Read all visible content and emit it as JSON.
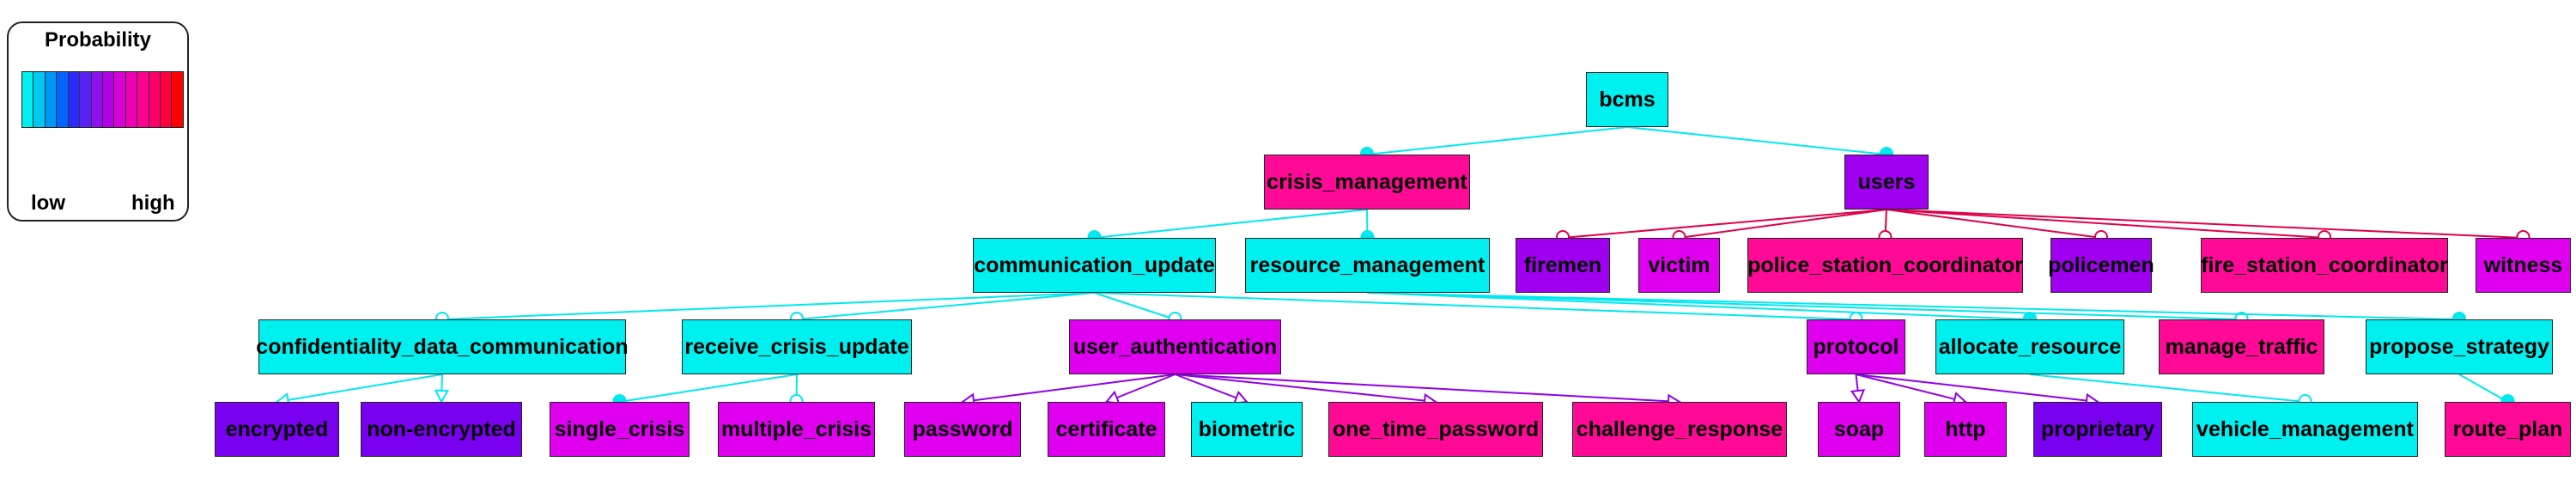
{
  "legend": {
    "title": "Probability",
    "low_label": "low",
    "high_label": "high",
    "scale_colors": [
      "#00f0f0",
      "#00c8f0",
      "#0096f8",
      "#0064ff",
      "#2a2aff",
      "#5a20f8",
      "#8c10f0",
      "#b400e6",
      "#d800d8",
      "#f000b4",
      "#ff0090",
      "#ff006a",
      "#ff0040",
      "#ff0000"
    ]
  },
  "colors": {
    "cyan": "#00f0f0",
    "magenta": "#e000f0",
    "pink": "#ff0a96",
    "violet": "#a000f0",
    "indigo": "#7a00f0",
    "edge_cyan": "#00e8f0",
    "edge_red": "#e0004a",
    "edge_purple": "#9000e8"
  },
  "nodes": [
    {
      "id": "bcms",
      "label": "bcms",
      "color": "cyan"
    },
    {
      "id": "crisis_management",
      "label": "crisis_management",
      "color": "pink"
    },
    {
      "id": "users",
      "label": "users",
      "color": "violet"
    },
    {
      "id": "communication_update",
      "label": "communication_update",
      "color": "cyan"
    },
    {
      "id": "resource_management",
      "label": "resource_management",
      "color": "cyan"
    },
    {
      "id": "firemen",
      "label": "firemen",
      "color": "violet"
    },
    {
      "id": "victim",
      "label": "victim",
      "color": "magenta"
    },
    {
      "id": "police_station_coordinator",
      "label": "police_station_coordinator",
      "color": "pink"
    },
    {
      "id": "policemen",
      "label": "policemen",
      "color": "violet"
    },
    {
      "id": "fire_station_coordinator",
      "label": "fire_station_coordinator",
      "color": "pink"
    },
    {
      "id": "witness",
      "label": "witness",
      "color": "magenta"
    },
    {
      "id": "confidentiality_data_communication",
      "label": "confidentiality_data_communication",
      "color": "cyan"
    },
    {
      "id": "receive_crisis_update",
      "label": "receive_crisis_update",
      "color": "cyan"
    },
    {
      "id": "user_authentication",
      "label": "user_authentication",
      "color": "magenta"
    },
    {
      "id": "protocol",
      "label": "protocol",
      "color": "magenta"
    },
    {
      "id": "allocate_resource",
      "label": "allocate_resource",
      "color": "cyan"
    },
    {
      "id": "manage_traffic",
      "label": "manage_traffic",
      "color": "pink"
    },
    {
      "id": "propose_strategy",
      "label": "propose_strategy",
      "color": "cyan"
    },
    {
      "id": "encrypted",
      "label": "encrypted",
      "color": "indigo"
    },
    {
      "id": "non-encrypted",
      "label": "non-encrypted",
      "color": "indigo"
    },
    {
      "id": "single_crisis",
      "label": "single_crisis",
      "color": "magenta"
    },
    {
      "id": "multiple_crisis",
      "label": "multiple_crisis",
      "color": "magenta"
    },
    {
      "id": "password",
      "label": "password",
      "color": "magenta"
    },
    {
      "id": "certificate",
      "label": "certificate",
      "color": "magenta"
    },
    {
      "id": "biometric",
      "label": "biometric",
      "color": "cyan"
    },
    {
      "id": "one_time_password",
      "label": "one_time_password",
      "color": "pink"
    },
    {
      "id": "challenge_response",
      "label": "challenge_response",
      "color": "pink"
    },
    {
      "id": "soap",
      "label": "soap",
      "color": "magenta"
    },
    {
      "id": "http",
      "label": "http",
      "color": "magenta"
    },
    {
      "id": "proprietary",
      "label": "proprietary",
      "color": "indigo"
    },
    {
      "id": "vehicle_management",
      "label": "vehicle_management",
      "color": "cyan"
    },
    {
      "id": "route_plan",
      "label": "route_plan",
      "color": "pink"
    }
  ],
  "edges": [
    {
      "from": "bcms",
      "to": "crisis_management",
      "kind": "mandatory",
      "color": "edge_cyan"
    },
    {
      "from": "bcms",
      "to": "users",
      "kind": "mandatory",
      "color": "edge_cyan"
    },
    {
      "from": "crisis_management",
      "to": "communication_update",
      "kind": "mandatory",
      "color": "edge_cyan"
    },
    {
      "from": "crisis_management",
      "to": "resource_management",
      "kind": "mandatory",
      "color": "edge_cyan"
    },
    {
      "from": "users",
      "to": "firemen",
      "kind": "optional",
      "color": "edge_red"
    },
    {
      "from": "users",
      "to": "victim",
      "kind": "optional",
      "color": "edge_red"
    },
    {
      "from": "users",
      "to": "police_station_coordinator",
      "kind": "optional",
      "color": "edge_red"
    },
    {
      "from": "users",
      "to": "policemen",
      "kind": "optional",
      "color": "edge_red"
    },
    {
      "from": "users",
      "to": "fire_station_coordinator",
      "kind": "optional",
      "color": "edge_red"
    },
    {
      "from": "users",
      "to": "witness",
      "kind": "optional",
      "color": "edge_red"
    },
    {
      "from": "communication_update",
      "to": "confidentiality_data_communication",
      "kind": "optional",
      "color": "edge_cyan"
    },
    {
      "from": "communication_update",
      "to": "receive_crisis_update",
      "kind": "optional",
      "color": "edge_cyan"
    },
    {
      "from": "communication_update",
      "to": "user_authentication",
      "kind": "optional",
      "color": "edge_cyan"
    },
    {
      "from": "communication_update",
      "to": "protocol",
      "kind": "optional",
      "color": "edge_cyan"
    },
    {
      "from": "resource_management",
      "to": "allocate_resource",
      "kind": "mandatory",
      "color": "edge_cyan"
    },
    {
      "from": "resource_management",
      "to": "manage_traffic",
      "kind": "optional",
      "color": "edge_cyan"
    },
    {
      "from": "resource_management",
      "to": "propose_strategy",
      "kind": "mandatory",
      "color": "edge_cyan"
    },
    {
      "from": "confidentiality_data_communication",
      "to": "encrypted",
      "kind": "alternative",
      "color": "edge_cyan"
    },
    {
      "from": "confidentiality_data_communication",
      "to": "non-encrypted",
      "kind": "alternative",
      "color": "edge_cyan"
    },
    {
      "from": "receive_crisis_update",
      "to": "single_crisis",
      "kind": "mandatory",
      "color": "edge_cyan"
    },
    {
      "from": "receive_crisis_update",
      "to": "multiple_crisis",
      "kind": "optional",
      "color": "edge_cyan"
    },
    {
      "from": "user_authentication",
      "to": "password",
      "kind": "alternative",
      "color": "edge_purple"
    },
    {
      "from": "user_authentication",
      "to": "certificate",
      "kind": "alternative",
      "color": "edge_purple"
    },
    {
      "from": "user_authentication",
      "to": "biometric",
      "kind": "alternative",
      "color": "edge_purple"
    },
    {
      "from": "user_authentication",
      "to": "one_time_password",
      "kind": "alternative",
      "color": "edge_purple"
    },
    {
      "from": "user_authentication",
      "to": "challenge_response",
      "kind": "alternative",
      "color": "edge_purple"
    },
    {
      "from": "protocol",
      "to": "soap",
      "kind": "alternative",
      "color": "edge_purple"
    },
    {
      "from": "protocol",
      "to": "http",
      "kind": "alternative",
      "color": "edge_purple"
    },
    {
      "from": "protocol",
      "to": "proprietary",
      "kind": "alternative",
      "color": "edge_purple"
    },
    {
      "from": "allocate_resource",
      "to": "vehicle_management",
      "kind": "optional",
      "color": "edge_cyan"
    },
    {
      "from": "propose_strategy",
      "to": "route_plan",
      "kind": "mandatory",
      "color": "edge_cyan"
    }
  ]
}
